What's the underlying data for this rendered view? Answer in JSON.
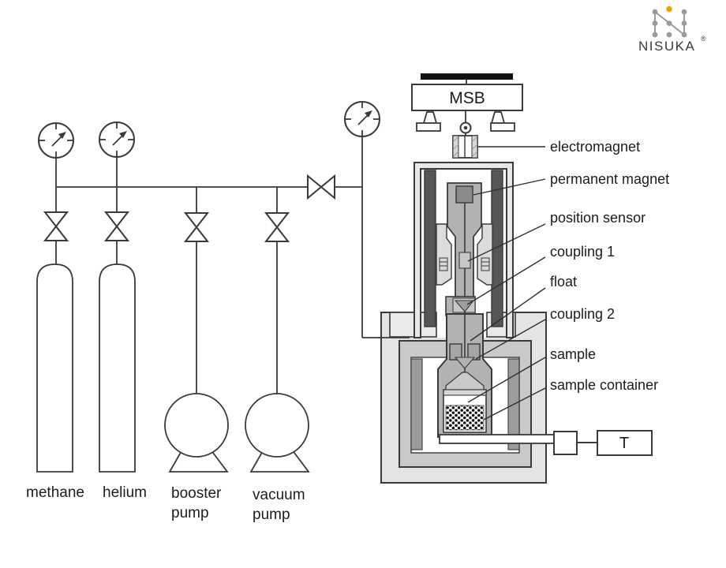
{
  "brand": {
    "name": "NISUKA",
    "registered_mark": "®",
    "accent_color": "#f0a300",
    "dot_color": "#9a9a9a"
  },
  "apparatus": {
    "balance_label": "MSB",
    "thermometer_label": "T",
    "component_labels": [
      "electromagnet",
      "permanent magnet",
      "position sensor",
      "coupling 1",
      "float",
      "coupling 2",
      "sample",
      "sample container"
    ]
  },
  "gas_system": {
    "cylinders": [
      {
        "label": "methane"
      },
      {
        "label": "helium"
      }
    ],
    "pumps": [
      {
        "line1": "booster",
        "line2": "pump"
      },
      {
        "line1": "vacuum",
        "line2": "pump"
      }
    ]
  },
  "colors": {
    "outline": "#3a3a3a",
    "dark_bar": "#565656",
    "mid_gray": "#b2b2b2",
    "light_gray": "#e6e6e6",
    "inner_box": "#c9c9c9",
    "heater": "#9c9c9c",
    "magnet": "#8a8a8a",
    "sample_dot": "#111111"
  }
}
